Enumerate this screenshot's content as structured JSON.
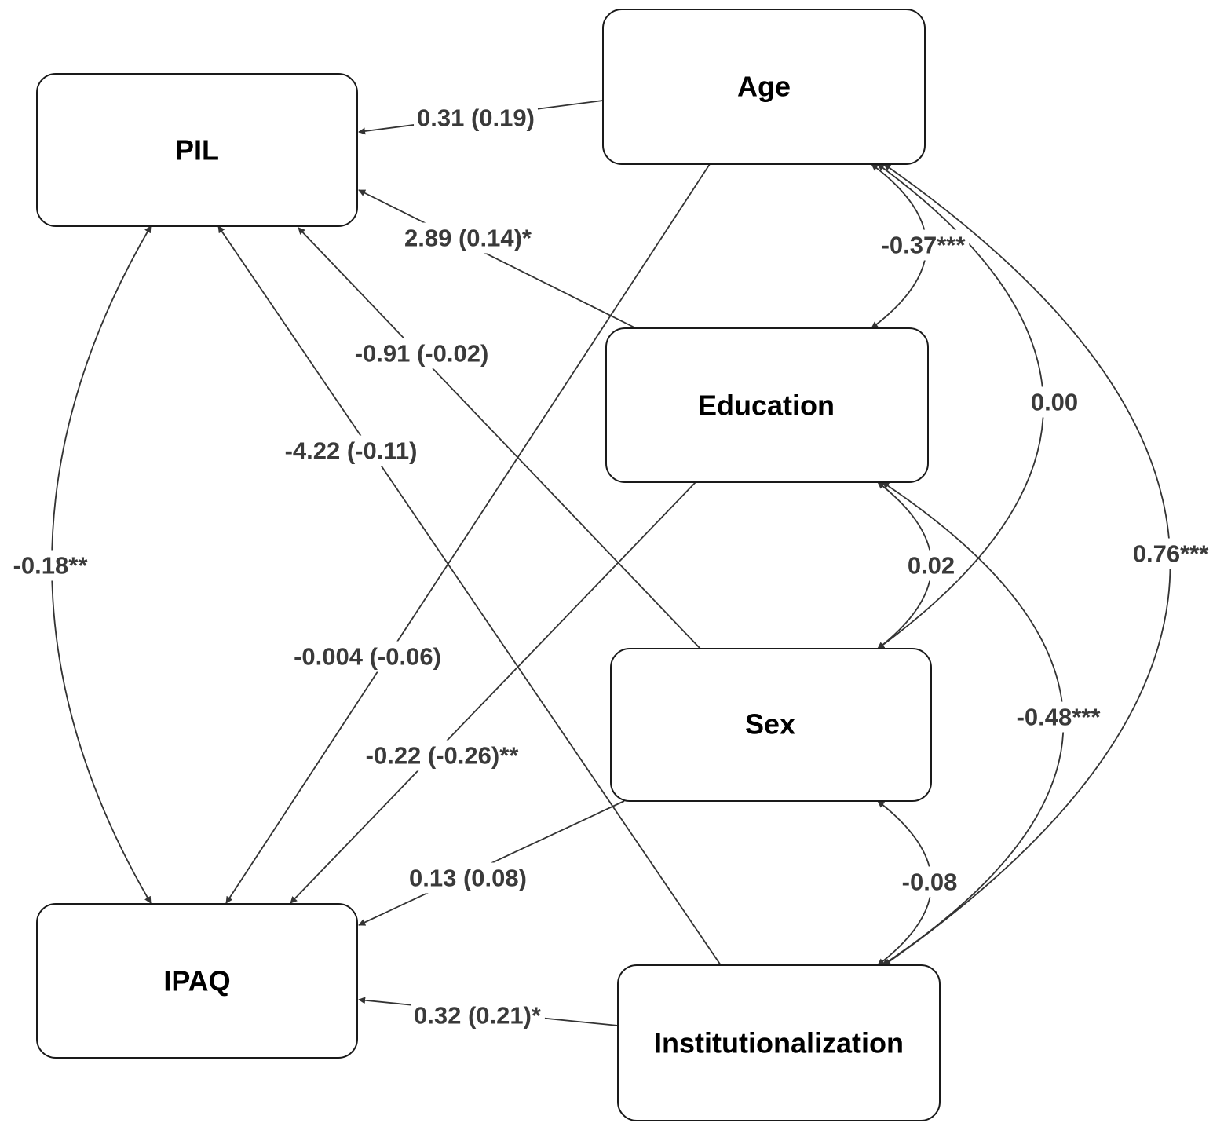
{
  "nodes": {
    "pil": "PIL",
    "ipaq": "IPAQ",
    "age": "Age",
    "education": "Education",
    "sex": "Sex",
    "institutionalization": "Institutionalization"
  },
  "paths": {
    "age_pil": "0.31 (0.19)",
    "education_pil": "2.89 (0.14)*",
    "sex_pil": "-0.91 (-0.02)",
    "institutionalization_pil": "-4.22 (-0.11)",
    "age_ipaq": "-0.004 (-0.06)",
    "education_ipaq": "-0.22 (-0.26)**",
    "sex_ipaq": "0.13 (0.08)",
    "institutionalization_ipaq": "0.32 (0.21)*"
  },
  "covariances": {
    "pil_ipaq": "-0.18**",
    "age_education": "-0.37***",
    "age_sex": "0.00",
    "age_institutionalization": "0.76***",
    "education_sex": "0.02",
    "education_institutionalization": "-0.48***",
    "sex_institutionalization": "-0.08"
  },
  "colors": {
    "line": "#333333",
    "label": "#3a3a3a",
    "node_text": "#000000"
  }
}
